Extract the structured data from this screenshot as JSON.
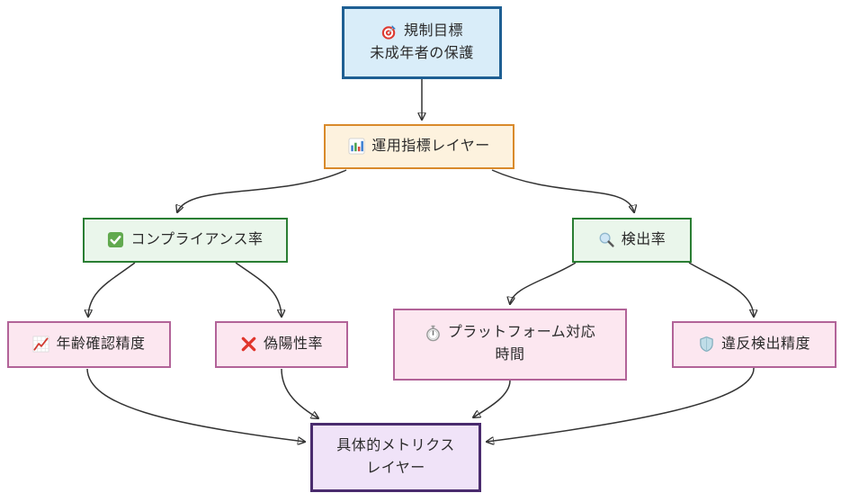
{
  "diagram": {
    "type": "flowchart",
    "direction": "top-down",
    "nodes": {
      "goal": {
        "line1": "規制目標",
        "line2": "未成年者の保護",
        "icon": "target-icon",
        "emoji": "🎯",
        "fill": "#d9edf9",
        "border": "#1e5f93"
      },
      "ops": {
        "label": "運用指標レイヤー",
        "icon": "bar-chart-icon",
        "emoji": "📊",
        "fill": "#fdf2de",
        "border": "#d98a2b"
      },
      "compliance": {
        "label": "コンプライアンス率",
        "icon": "check-icon",
        "emoji": "✅",
        "fill": "#eaf6eb",
        "border": "#2a7e33"
      },
      "detection": {
        "label": "検出率",
        "icon": "magnifier-icon",
        "emoji": "🔍",
        "fill": "#eaf6eb",
        "border": "#2a7e33"
      },
      "age": {
        "label": "年齢確認精度",
        "icon": "trend-up-icon",
        "emoji": "📈",
        "fill": "#fce7f0",
        "border": "#b26398"
      },
      "false_positive": {
        "label": "偽陽性率",
        "icon": "cross-icon",
        "emoji": "❌",
        "fill": "#fce7f0",
        "border": "#b26398"
      },
      "platform": {
        "line1": "プラットフォーム対応",
        "line2": "時間",
        "icon": "stopwatch-icon",
        "emoji": "⏱",
        "fill": "#fce7f0",
        "border": "#b26398"
      },
      "violation": {
        "label": "違反検出精度",
        "icon": "shield-icon",
        "emoji": "🛡",
        "fill": "#fce7f0",
        "border": "#b26398"
      },
      "metrics": {
        "line1": "具体的メトリクス",
        "line2": "レイヤー",
        "icon": null,
        "fill": "#f0e3f8",
        "border": "#4a2b6e"
      }
    },
    "edges": [
      {
        "from": "goal",
        "to": "ops"
      },
      {
        "from": "ops",
        "to": "compliance"
      },
      {
        "from": "ops",
        "to": "detection"
      },
      {
        "from": "compliance",
        "to": "age"
      },
      {
        "from": "compliance",
        "to": "false_positive"
      },
      {
        "from": "detection",
        "to": "platform"
      },
      {
        "from": "detection",
        "to": "violation"
      },
      {
        "from": "age",
        "to": "metrics"
      },
      {
        "from": "false_positive",
        "to": "metrics"
      },
      {
        "from": "platform",
        "to": "metrics"
      },
      {
        "from": "violation",
        "to": "metrics"
      }
    ],
    "colors": {
      "edge": "#333333",
      "text": "#2b2b2b",
      "background": "#ffffff"
    }
  }
}
